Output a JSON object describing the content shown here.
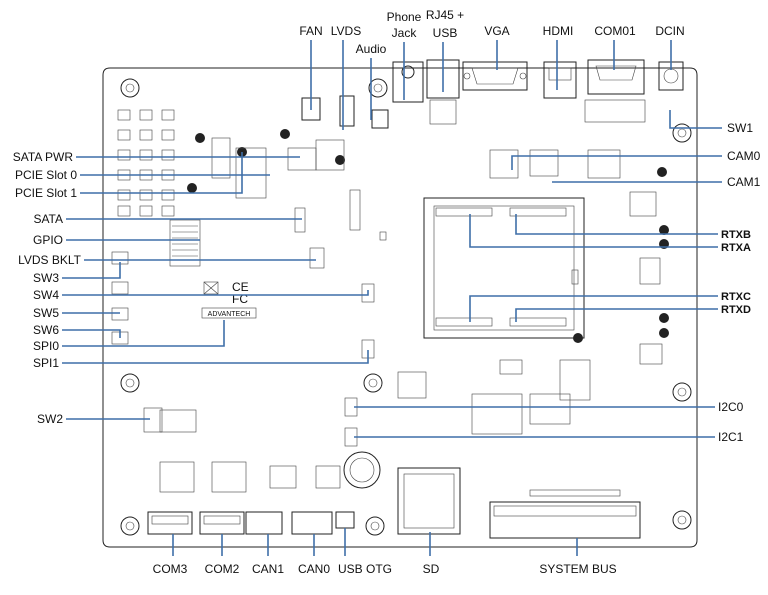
{
  "labels": {
    "fan": "FAN",
    "lvds": "LVDS",
    "audio": "Audio",
    "phone_line1": "Phone",
    "phone_line2": "Jack",
    "rj45_line1": "RJ45 +",
    "rj45_line2": "USB",
    "vga": "VGA",
    "hdmi": "HDMI",
    "com01": "COM01",
    "dcin": "DCIN",
    "sw1": "SW1",
    "cam0": "CAM0",
    "cam1": "CAM1",
    "rtxb": "RTXB",
    "rtxa": "RTXA",
    "rtxc": "RTXC",
    "rtxd": "RTXD",
    "i2c0": "I2C0",
    "i2c1": "I2C1",
    "sata_pwr": "SATA PWR",
    "pcie_slot0": "PCIE Slot 0",
    "pcie_slot1": "PCIE Slot 1",
    "sata": "SATA",
    "gpio": "GPIO",
    "lvds_bklt": "LVDS BKLT",
    "sw3": "SW3",
    "sw4": "SW4",
    "sw5": "SW5",
    "sw6": "SW6",
    "spi0": "SPI0",
    "spi1": "SPI1",
    "sw2": "SW2",
    "com3": "COM3",
    "com2": "COM2",
    "can1": "CAN1",
    "can0": "CAN0",
    "usb_otg": "USB OTG",
    "sd": "SD",
    "system_bus": "SYSTEM BUS"
  },
  "markings": {
    "ce": "CE",
    "fc": "FC",
    "brand": "ADVANTECH"
  },
  "colors": {
    "leader": "#3f6fa8",
    "outline": "#222222"
  }
}
